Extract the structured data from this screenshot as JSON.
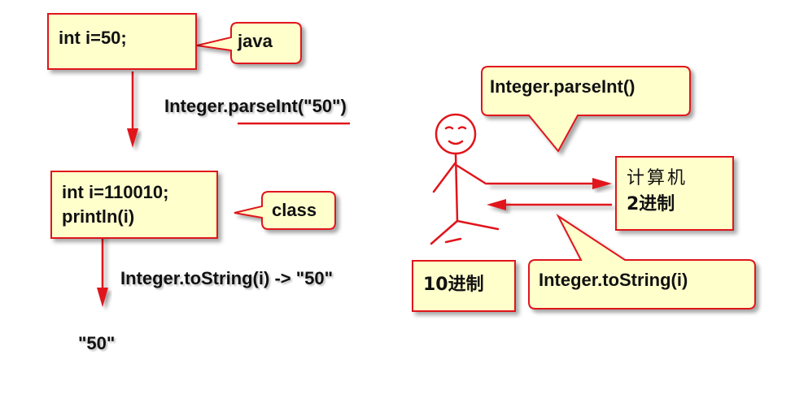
{
  "code_box_top": {
    "line1": "int i=50;"
  },
  "callout_java": {
    "text": "java"
  },
  "label_parse": {
    "text": "Integer.parseInt(\"50\")"
  },
  "code_box_mid": {
    "line1": "int i=110010;",
    "line2": "println(i)"
  },
  "callout_class": {
    "text": "class"
  },
  "label_tostring": {
    "text": "Integer.toString(i) -> \"50\""
  },
  "label_result": {
    "text": "\"50\""
  },
  "callout_parse": {
    "text": "Integer.parseInt()"
  },
  "computer_box": {
    "line1": "计算机",
    "line2": "2进制"
  },
  "decimal_box": {
    "text": "10进制"
  },
  "callout_tostring": {
    "text": "Integer.toString(i)"
  },
  "colors": {
    "accent": "#e0151b",
    "fill": "#ffffcc"
  }
}
